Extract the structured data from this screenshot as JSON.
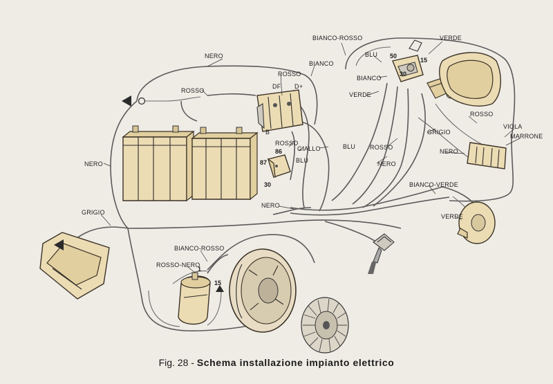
{
  "labels": {
    "nero_top": "NERO",
    "rosso_left": "ROSSO",
    "rosso_reg": "ROSSO",
    "bianco": "BIANCO",
    "bianco_rosso_top": "BIANCO-ROSSO",
    "blu_top": "BLU",
    "verde_top": "VERDE",
    "bianco_sw": "BIANCO",
    "verde_mid": "VERDE",
    "df": "DF",
    "dplus": "D+",
    "b": "B",
    "rosso_low": "ROSSO",
    "giallo": "GIALLO",
    "blu_low": "BLU",
    "blu_relay": "BLU",
    "rosso_right": "ROSSO",
    "grigio_right": "GRIGIO",
    "viola": "VIOLA",
    "marrone": "MARRONE",
    "rosso_center": "ROSSO",
    "nero_center": "NERO",
    "nero_right": "NERO",
    "nero_left": "NERO",
    "bianco_verde": "BIANCO-VERDE",
    "verde_bottom": "VERDE",
    "nero_bundle": "NERO",
    "grigio_left": "GRIGIO",
    "bianco_rosso_coil": "BIANCO-ROSSO",
    "rosso_nero": "ROSSO-NERO"
  },
  "terminals": {
    "t50": "50",
    "t15_top": "15",
    "t30_top": "30",
    "t86": "86",
    "t87": "87",
    "t30": "30",
    "t1": "1",
    "t15": "15"
  },
  "caption": {
    "fig": "Fig. 28 -",
    "title": "Schema installazione impianto elettrico"
  }
}
